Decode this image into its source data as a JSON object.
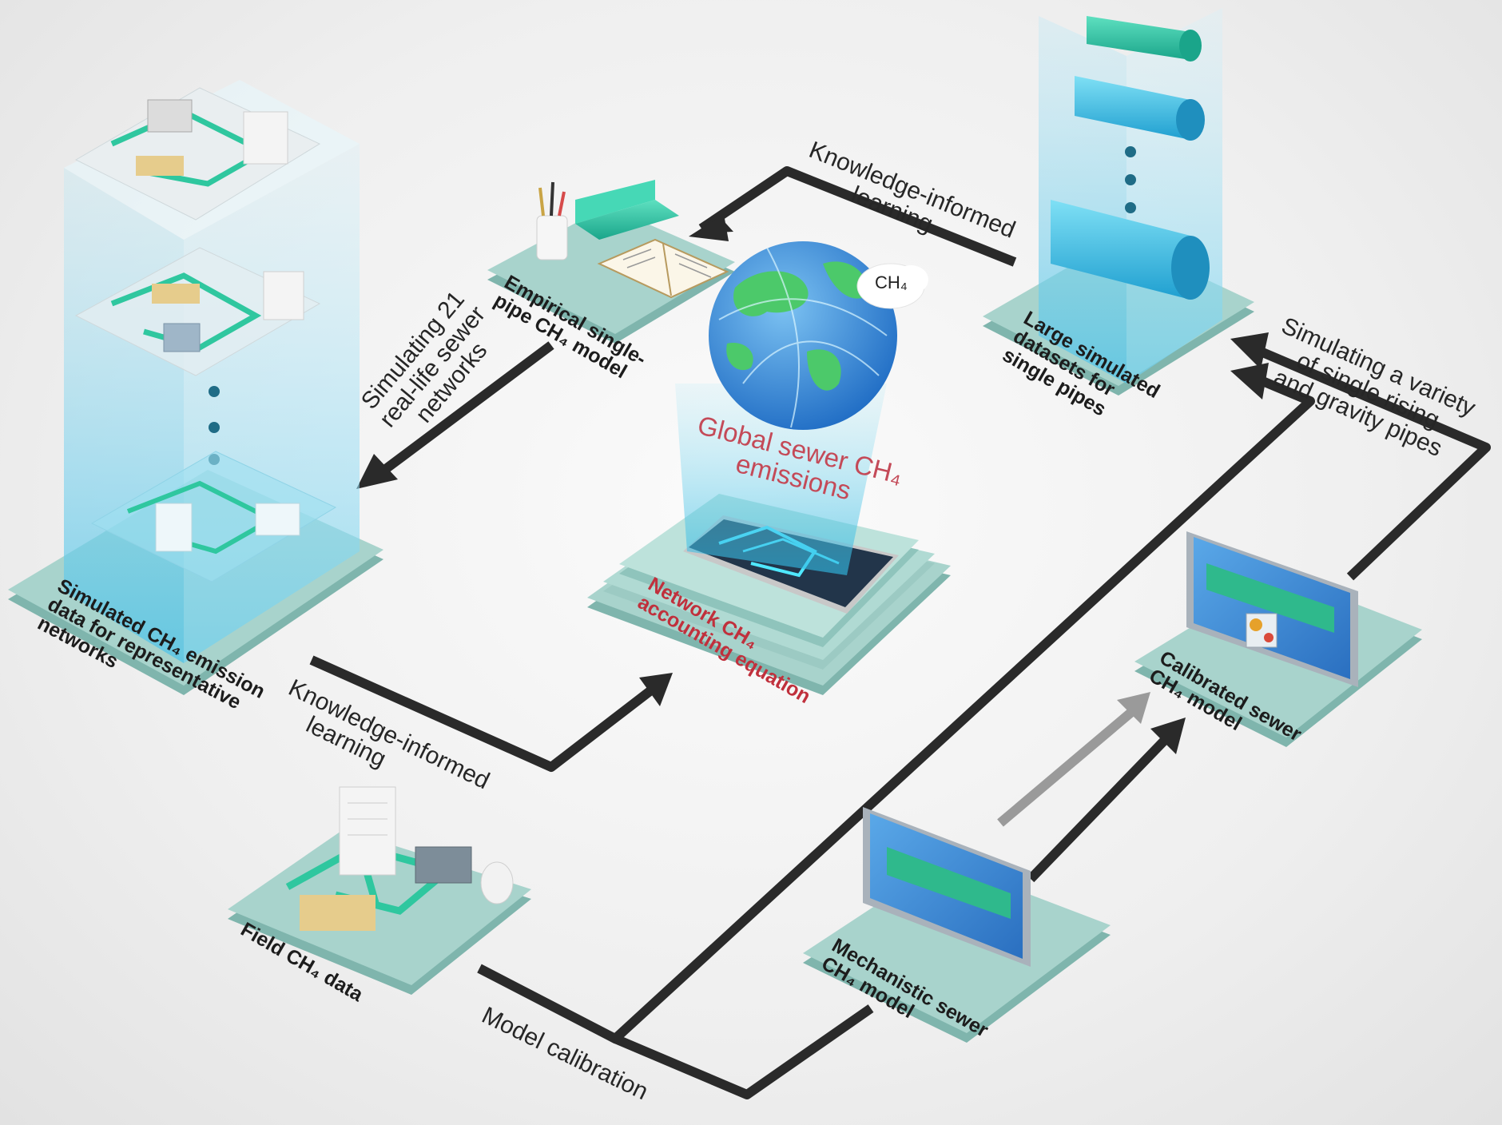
{
  "platforms": {
    "simulated_networks": "Simulated CH₄ emission data for representative networks",
    "empirical_model": "Empirical single-pipe CH₄ model",
    "large_datasets": "Large simulated datasets for single pipes",
    "network_equation": "Network CH₄ accounting equation",
    "calibrated_model": "Calibrated sewer CH₄ model",
    "mechanistic_model": "Mechanistic sewer CH₄ model",
    "field_data": "Field CH₄ data"
  },
  "platform_lines": {
    "simulated_networks": [
      "Simulated CH₄ emission",
      "data for representative",
      "networks"
    ],
    "empirical_model": [
      "Empirical single-",
      "pipe CH₄ model"
    ],
    "large_datasets": [
      "Large simulated",
      "datasets for",
      "single pipes"
    ],
    "network_equation": [
      "Network CH₄",
      "accounting equation"
    ],
    "calibrated_model": [
      "Calibrated sewer",
      "CH₄ model"
    ],
    "mechanistic_model": [
      "Mechanistic sewer",
      "CH₄ model"
    ],
    "field_data": [
      "Field CH₄ data"
    ]
  },
  "arrow_labels": {
    "knowledge_top": [
      "Knowledge-informed",
      "learning"
    ],
    "simulating_21": [
      "Simulating 21",
      "real-life sewer",
      "networks"
    ],
    "simulating_variety": [
      "Simulating a variety",
      "of single rising",
      "and gravity pipes"
    ],
    "knowledge_bottom": [
      "Knowledge-informed",
      "learning"
    ],
    "model_calibration": "Model calibration"
  },
  "globe": {
    "title_lines": [
      "Global sewer CH₄",
      "emissions"
    ],
    "ch4_tag": "CH₄"
  },
  "colors": {
    "platform": "#a8d3cc",
    "platform_side": "#7fb5ad",
    "pipe": "#2fc79f",
    "ocean": "#3a8fd8",
    "land": "#4cc96a",
    "hologram": "#7fd6ee",
    "arrow": "#2a2a2a",
    "arrow_grey": "#9a9a9a",
    "red_text": "#c44a58"
  }
}
